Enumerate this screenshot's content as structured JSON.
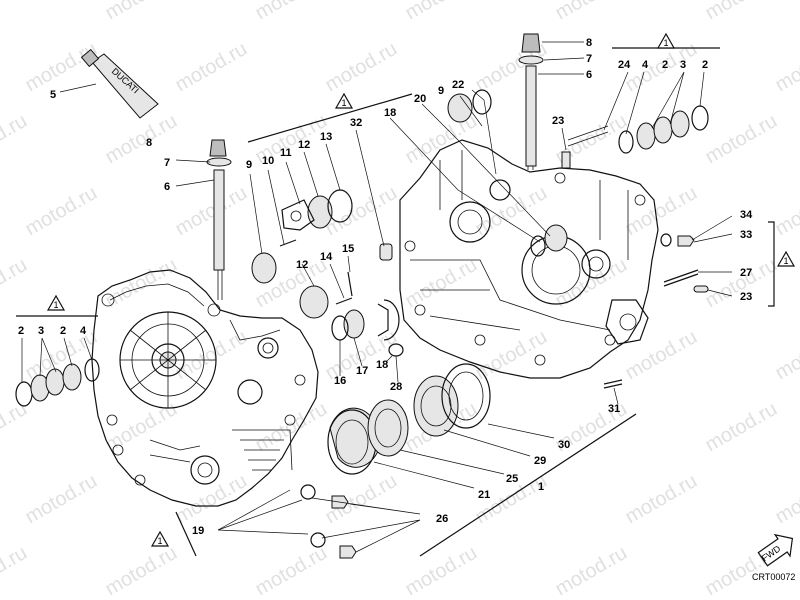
{
  "watermark": "motod.ru",
  "diagram_code": "CRT00072",
  "fwd_label": "FWD",
  "group_badge": "1",
  "labels": {
    "p1": "1",
    "p2": "2",
    "p3": "3",
    "p4": "4",
    "p5": "5",
    "p6": "6",
    "p7": "7",
    "p8": "8",
    "p9": "9",
    "p10": "10",
    "p11": "11",
    "p12": "12",
    "p13": "13",
    "p14": "14",
    "p15": "15",
    "p16": "16",
    "p17": "17",
    "p18": "18",
    "p19": "19",
    "p20": "20",
    "p21": "21",
    "p22": "22",
    "p23": "23",
    "p24": "24",
    "p25": "25",
    "p26": "26",
    "p27": "27",
    "p28": "28",
    "p29": "29",
    "p30": "30",
    "p31": "31",
    "p32": "32",
    "p33": "33",
    "p34": "34"
  },
  "tube_brand": "DUCATI"
}
